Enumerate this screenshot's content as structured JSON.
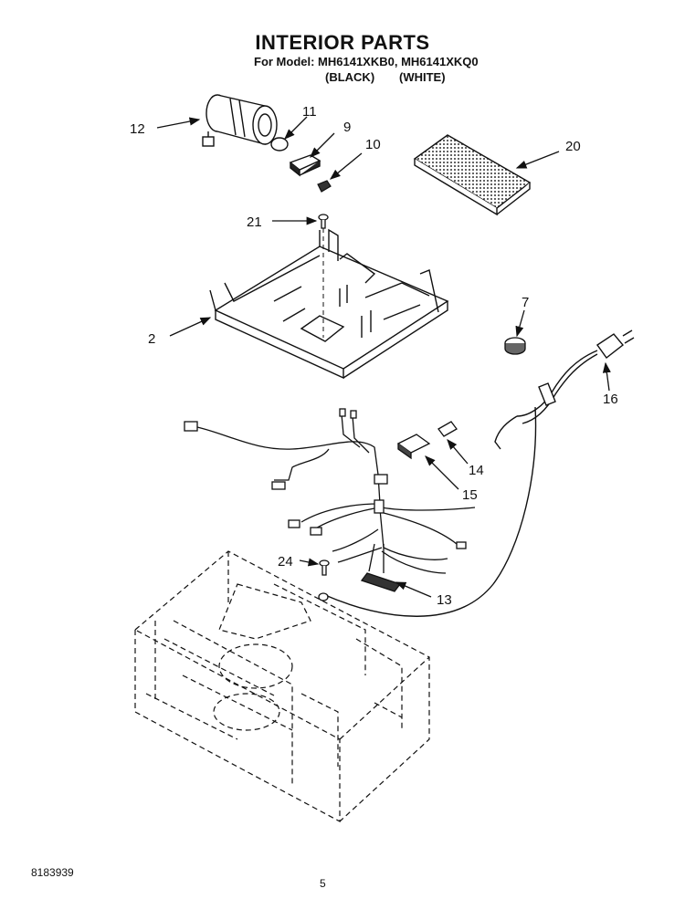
{
  "header": {
    "title": "INTERIOR PARTS",
    "model_line": "For Model: MH6141XKB0, MH6141XKQ0",
    "variant_black": "(BLACK)",
    "variant_white": "(WHITE)"
  },
  "callouts": [
    "12",
    "11",
    "9",
    "10",
    "20",
    "21",
    "2",
    "7",
    "16",
    "14",
    "15",
    "24",
    "13"
  ],
  "footer": {
    "doc_number": "8183939",
    "page_number": "5"
  }
}
